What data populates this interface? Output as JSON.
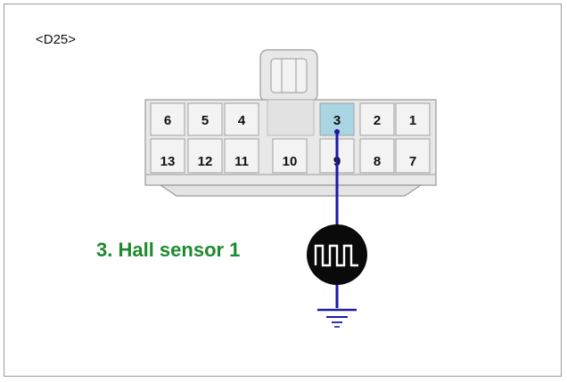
{
  "connector": {
    "label": "<D25>",
    "top_row": [
      "6",
      "5",
      "4",
      "3",
      "2",
      "1"
    ],
    "bottom_row": [
      "13",
      "12",
      "11",
      "10",
      "9",
      "8",
      "7"
    ],
    "highlighted_pin": "3",
    "highlight_color": "#a9d6e2",
    "body_color": "#e8e8e8",
    "cavity_color": "#f3f3f3"
  },
  "signal": {
    "label": "3. Hall sensor 1",
    "label_color": "#1e8a2e",
    "wire_color": "#1a1aa8",
    "symbol_icon": "square-wave-icon",
    "ground_icon": "ground-icon"
  }
}
